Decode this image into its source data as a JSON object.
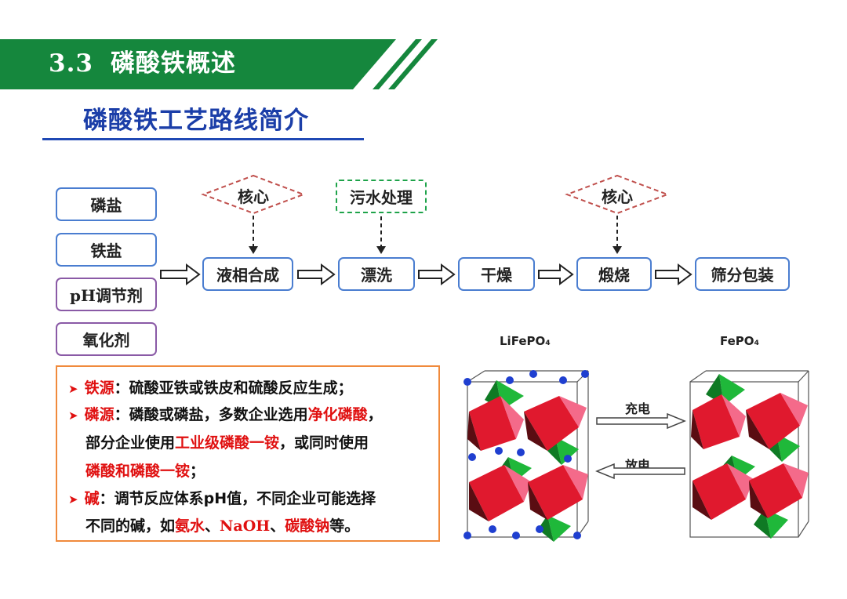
{
  "header": {
    "section_number": "3.3",
    "section_title": "磷酸铁概述",
    "subtitle": "磷酸铁工艺路线简介"
  },
  "inputs": [
    "磷盐",
    "铁盐",
    "pH调节剂",
    "氧化剂"
  ],
  "process_steps": [
    "液相合成",
    "漂洗",
    "干燥",
    "煅烧",
    "筛分包装"
  ],
  "annotations": {
    "core_1": "核心",
    "wastewater": "污水处理",
    "core_2": "核心"
  },
  "notes": {
    "iron_source": {
      "label": "铁源",
      "text": "：硫酸亚铁或铁皮和硫酸反应生成；"
    },
    "phosphorus_source": {
      "label": "磷源",
      "text_1": "：磷酸或磷盐，多数企业选用",
      "highlight_1": "净化磷酸",
      "text_1_end": "，",
      "text_2": "部分企业使用",
      "highlight_2": "工业级磷酸一铵",
      "text_2_end": "，或同时使用",
      "highlight_3": "磷酸和磷酸一铵",
      "text_3_end": "；"
    },
    "alkali": {
      "label": "碱",
      "text_1": "：调节反应体系pH值，不同企业可能选择",
      "text_2": "不同的碱，如",
      "highlight_1": "氨水",
      "sep_1": "、",
      "highlight_2": "NaOH",
      "sep_2": "、",
      "highlight_3": "碳酸钠",
      "text_2_end": "等。"
    }
  },
  "structures": {
    "left_caption": "LiFePO₄",
    "right_caption": "FePO₄",
    "charge_label": "充电",
    "discharge_label": "放电"
  },
  "colors": {
    "banner_green": "#15873d",
    "subtitle_blue": "#1b3ea8",
    "input_border_blue": "#4a7dd0",
    "input_border_purple": "#8a5aa6",
    "core_diamond": "#c0504d",
    "wastewater_border": "#1ea34a",
    "notes_border": "#f08a3c",
    "highlight_red": "#e01010",
    "octahedron_red": "#e0192e",
    "tetrahedron_green": "#1fb83a",
    "lithium_blue": "#1f3fd0"
  }
}
